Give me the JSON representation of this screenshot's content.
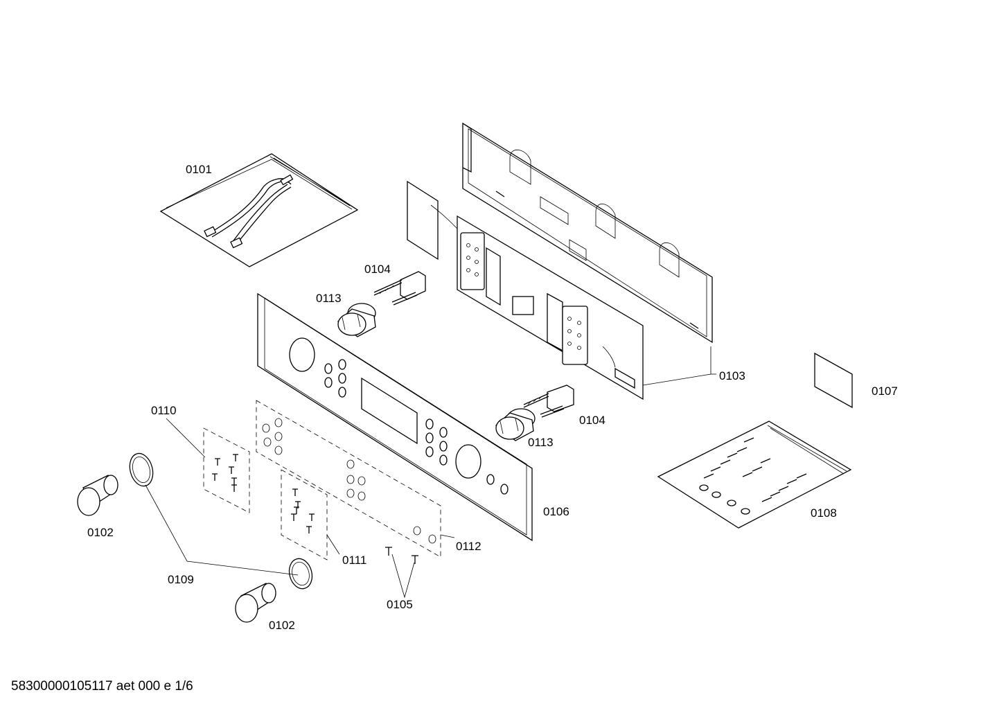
{
  "labels": {
    "p0101": "0101",
    "p0102a": "0102",
    "p0102b": "0102",
    "p0103": "0103",
    "p0104a": "0104",
    "p0104b": "0104",
    "p0105": "0105",
    "p0106": "0106",
    "p0107": "0107",
    "p0108": "0108",
    "p0109": "0109",
    "p0110": "0110",
    "p0111": "0111",
    "p0112": "0112",
    "p0113a": "0113",
    "p0113b": "0113"
  },
  "footer": "58300000105117 aet 000 e 1/6"
}
